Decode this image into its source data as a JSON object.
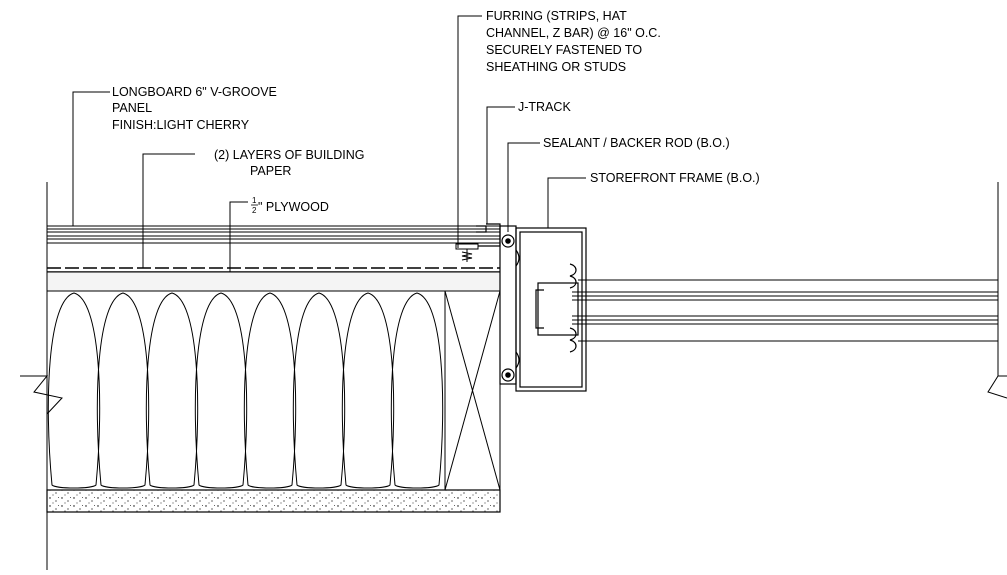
{
  "labels": {
    "longboard": [
      "LONGBOARD 6\" V-GROOVE",
      "PANEL",
      "FINISH:LIGHT CHERRY"
    ],
    "building_paper": [
      "(2)  LAYERS OF BUILDING",
      "PAPER"
    ],
    "plywood": {
      "num": "1",
      "den": "2",
      "text": "\" PLYWOOD"
    },
    "furring": [
      "FURRING (STRIPS, HAT",
      "CHANNEL, Z BAR) @ 16\" O.C.",
      "SECURELY FASTENED TO",
      "SHEATHING OR STUDS"
    ],
    "jtrack": "J-TRACK",
    "sealant": "SEALANT / BACKER ROD (B.O.)",
    "storefront": "STOREFRONT FRAME (B.O.)"
  },
  "colors": {
    "line": "#000000",
    "paper": "#f4f4f4"
  }
}
